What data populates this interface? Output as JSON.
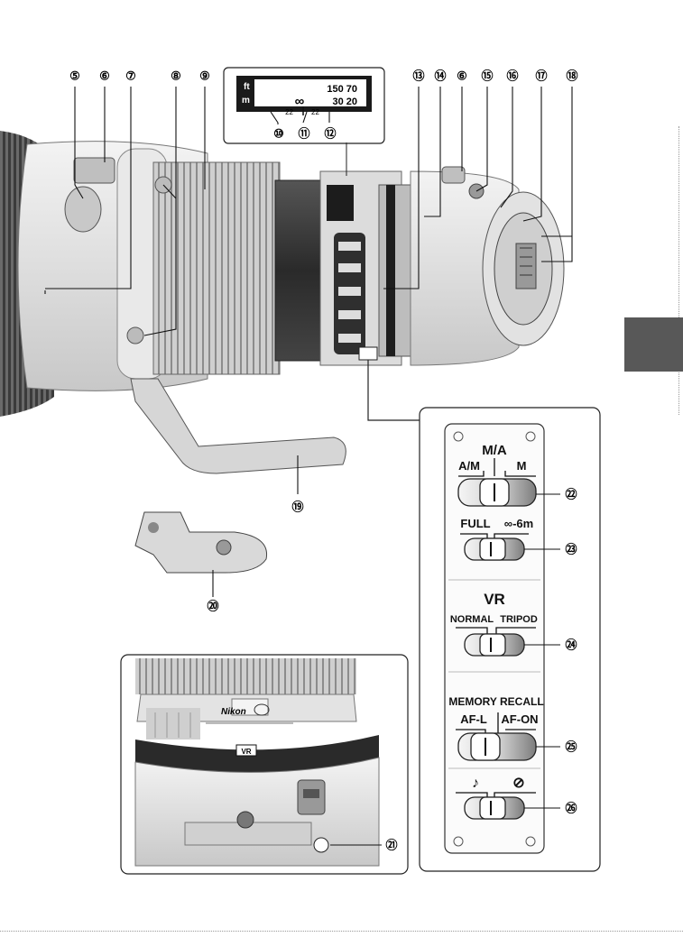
{
  "callouts": {
    "c5": "⑤",
    "c6": "⑥",
    "c7": "⑦",
    "c8": "⑧",
    "c9": "⑨",
    "c10": "⑩",
    "c11": "⑪",
    "c12": "⑫",
    "c13": "⑬",
    "c14": "⑭",
    "c6b": "⑥",
    "c15": "⑮",
    "c16": "⑯",
    "c17": "⑰",
    "c18": "⑱",
    "c19": "⑲",
    "c20": "⑳",
    "c21": "㉑",
    "c22": "㉒",
    "c23": "㉓",
    "c24": "㉔",
    "c25": "㉕",
    "c26": "㉖"
  },
  "distance_scale": {
    "unit_ft": "ft",
    "unit_m": "m",
    "ft_values": "150  70",
    "m_values": "30 20",
    "infinity": "∞",
    "left_mark": "22",
    "right_mark": "22"
  },
  "switch_panel": {
    "focus_mode": {
      "top_label": "M/A",
      "left_label": "A/M",
      "right_label": "M"
    },
    "focus_limit": {
      "left_label": "FULL",
      "right_label": "∞-6m"
    },
    "vr": {
      "title": "VR",
      "left_label": "NORMAL",
      "right_label": "TRIPOD"
    },
    "memory": {
      "title": "MEMORY RECALL",
      "left_label": "AF-L",
      "right_label": "AF-ON"
    },
    "beep": {
      "left_symbol": "♪",
      "right_symbol": "⊘"
    }
  },
  "inset_lens": {
    "brand": "Nikon",
    "vr_label": "VR"
  },
  "colors": {
    "side_tab": "#585858",
    "lens_body": "#e6e6e6",
    "lens_dark": "#2a2a2a",
    "switch_gray": "#8a8a8a"
  }
}
